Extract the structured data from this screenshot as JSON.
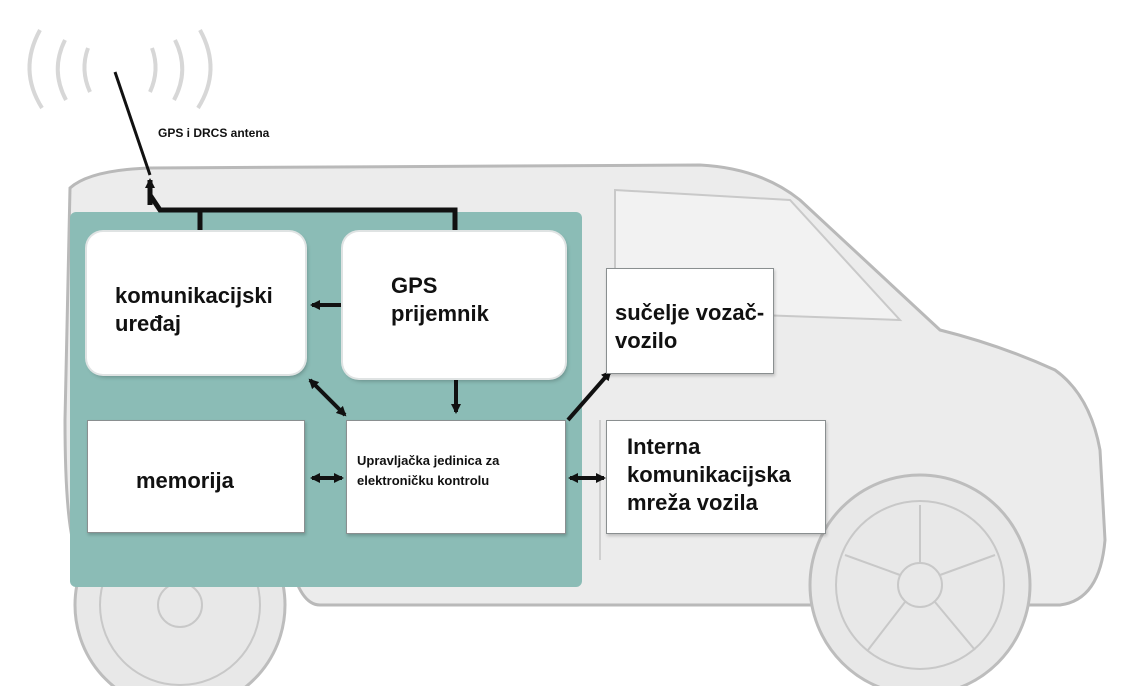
{
  "antenna_label": "GPS i DRCS antena",
  "boxes": {
    "comm_device": "komunikacijski uređaj",
    "gps_receiver": "GPS prijemnik",
    "driver_interface": "sučelje vozač-vozilo",
    "memory": "memorija",
    "ecu": "Upravljačka jedinica za elektroničku kontrolu",
    "internal_network": "Interna komunikacijska mreža vozila"
  },
  "colors": {
    "panel": "#8bbcb6",
    "car_fill": "#ececec",
    "car_outline": "#b9b9b9",
    "arrow": "#111111"
  }
}
